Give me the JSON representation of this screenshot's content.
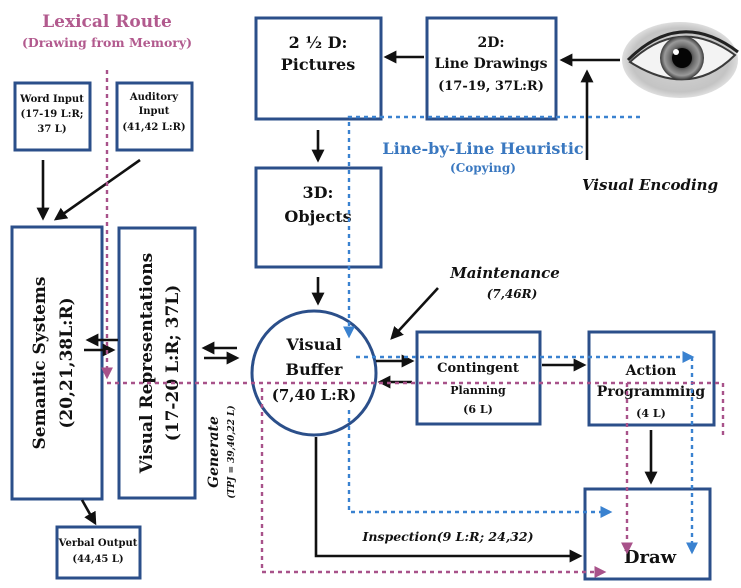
{
  "lexical_route": {
    "title": "Lexical Route",
    "subtitle": "(Drawing from Memory)"
  },
  "line_heuristic": {
    "title": "Line-by-Line Heuristic",
    "subtitle": "(Copying)"
  },
  "visual_encoding": "Visual Encoding",
  "maintenance": {
    "title": "Maintenance",
    "sub": "(7,46R)"
  },
  "generate": {
    "title": "Generate",
    "sub": "(TPJ = 39,40,22 L)"
  },
  "inspection": "Inspection(9 L:R; 24,32)",
  "boxes": {
    "pictures": {
      "line1": "2 ½ D:",
      "line2": "Pictures"
    },
    "line_drawings": {
      "line1": "2D:",
      "line2": "Line Drawings",
      "line3": "(17-19, 37L:R)"
    },
    "objects": {
      "line1": "3D:",
      "line2": "Objects"
    },
    "word_input": {
      "line1": "Word Input",
      "line2": "(17-19 L:R;",
      "line3": "37 L)"
    },
    "auditory_input": {
      "line1": "Auditory",
      "line2": "Input",
      "line3": "(41,42 L:R)"
    },
    "semantic": {
      "line1": "Semantic Systems",
      "line2": "(20,21,38L:R)"
    },
    "visual_reps": {
      "line1": "Visual Representations",
      "line2": "(17-20 L:R; 37L)"
    },
    "visual_buffer": {
      "line1": "Visual",
      "line2": "Buffer",
      "line3": "(7,40 L:R)"
    },
    "contingent": {
      "line1": "Contingent",
      "line2": "Planning",
      "line3": "(6 L)"
    },
    "action": {
      "line1": "Action",
      "line2": "Programming",
      "line3": "(4 L)"
    },
    "draw": {
      "label": "Draw"
    },
    "verbal_output": {
      "line1": "Verbal Output",
      "line2": "(44,45 L)"
    }
  },
  "colors": {
    "box_stroke": "#2b4f8a",
    "pink": "#b25a8e",
    "blue": "#3a78c0",
    "black": "#111111"
  },
  "icons": {
    "eye": "eye-icon"
  }
}
